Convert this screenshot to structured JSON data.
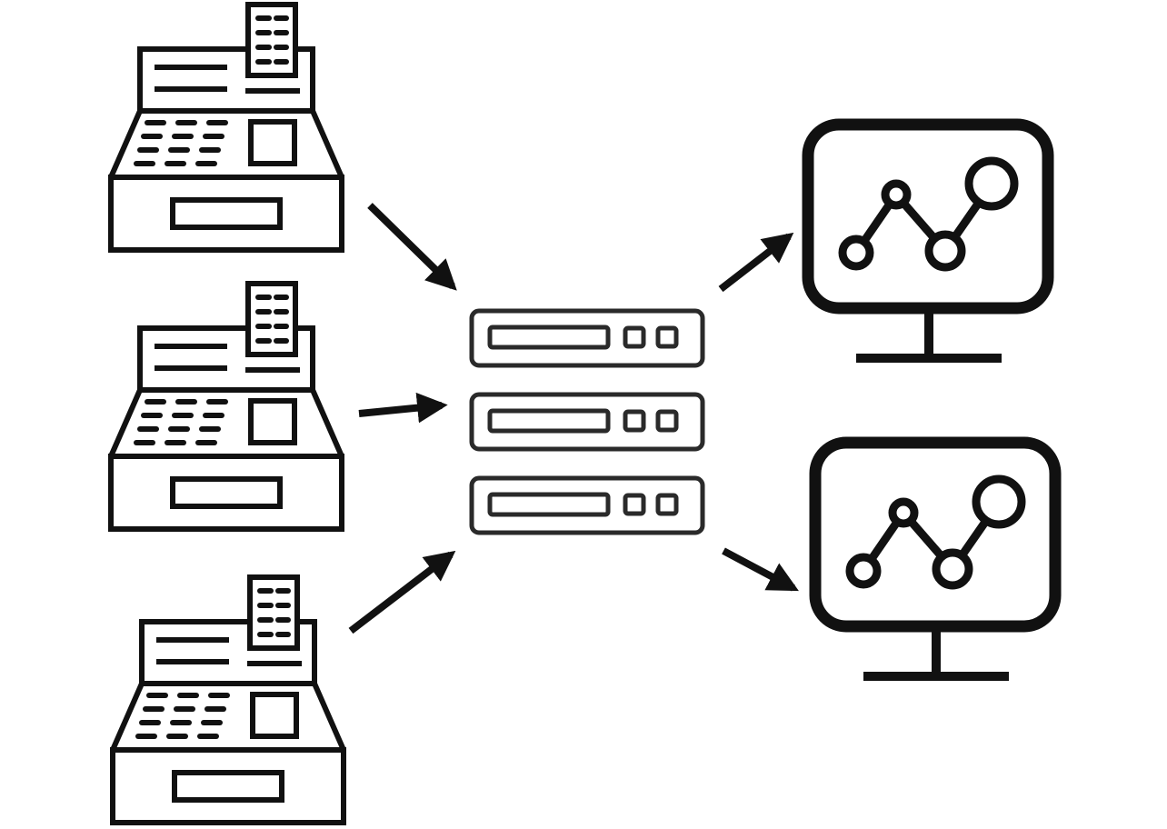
{
  "diagram": {
    "colors": {
      "stroke": "#111111",
      "server_stroke": "#2a2a2a",
      "background": "#ffffff"
    },
    "registers": [
      {
        "icon": "cash-register-icon"
      },
      {
        "icon": "cash-register-icon"
      },
      {
        "icon": "cash-register-icon"
      }
    ],
    "server": {
      "icon": "server-rack-icon",
      "units": 3
    },
    "monitors": [
      {
        "icon": "analytics-monitor-icon"
      },
      {
        "icon": "analytics-monitor-icon"
      }
    ],
    "arrows": [
      {
        "from": "register-1",
        "to": "server"
      },
      {
        "from": "register-2",
        "to": "server"
      },
      {
        "from": "register-3",
        "to": "server"
      },
      {
        "from": "server",
        "to": "monitor-1"
      },
      {
        "from": "server",
        "to": "monitor-2"
      }
    ]
  }
}
